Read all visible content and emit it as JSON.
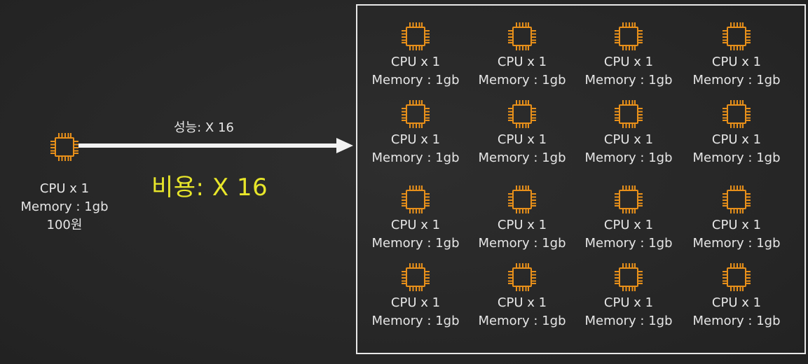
{
  "single": {
    "cpu": "CPU x 1",
    "memory": "Memory : 1gb",
    "price": "100원"
  },
  "arrow": {
    "performance_label": "성능: X 16",
    "cost_label": "비용: X 16",
    "cost_color": "#e8e62a"
  },
  "cluster": {
    "nodes": [
      {
        "cpu": "CPU x 1",
        "memory": "Memory : 1gb"
      },
      {
        "cpu": "CPU x 1",
        "memory": "Memory : 1gb"
      },
      {
        "cpu": "CPU x 1",
        "memory": "Memory : 1gb"
      },
      {
        "cpu": "CPU x 1",
        "memory": "Memory : 1gb"
      },
      {
        "cpu": "CPU x 1",
        "memory": "Memory : 1gb"
      },
      {
        "cpu": "CPU x 1",
        "memory": "Memory : 1gb"
      },
      {
        "cpu": "CPU x 1",
        "memory": "Memory : 1gb"
      },
      {
        "cpu": "CPU x 1",
        "memory": "Memory : 1gb"
      },
      {
        "cpu": "CPU x 1",
        "memory": "Memory : 1gb"
      },
      {
        "cpu": "CPU x 1",
        "memory": "Memory : 1gb"
      },
      {
        "cpu": "CPU x 1",
        "memory": "Memory : 1gb"
      },
      {
        "cpu": "CPU x 1",
        "memory": "Memory : 1gb"
      },
      {
        "cpu": "CPU x 1",
        "memory": "Memory : 1gb"
      },
      {
        "cpu": "CPU x 1",
        "memory": "Memory : 1gb"
      },
      {
        "cpu": "CPU x 1",
        "memory": "Memory : 1gb"
      },
      {
        "cpu": "CPU x 1",
        "memory": "Memory : 1gb"
      }
    ]
  },
  "icons": {
    "chip": "cpu-chip-icon",
    "chip_color": "#e8901a"
  }
}
